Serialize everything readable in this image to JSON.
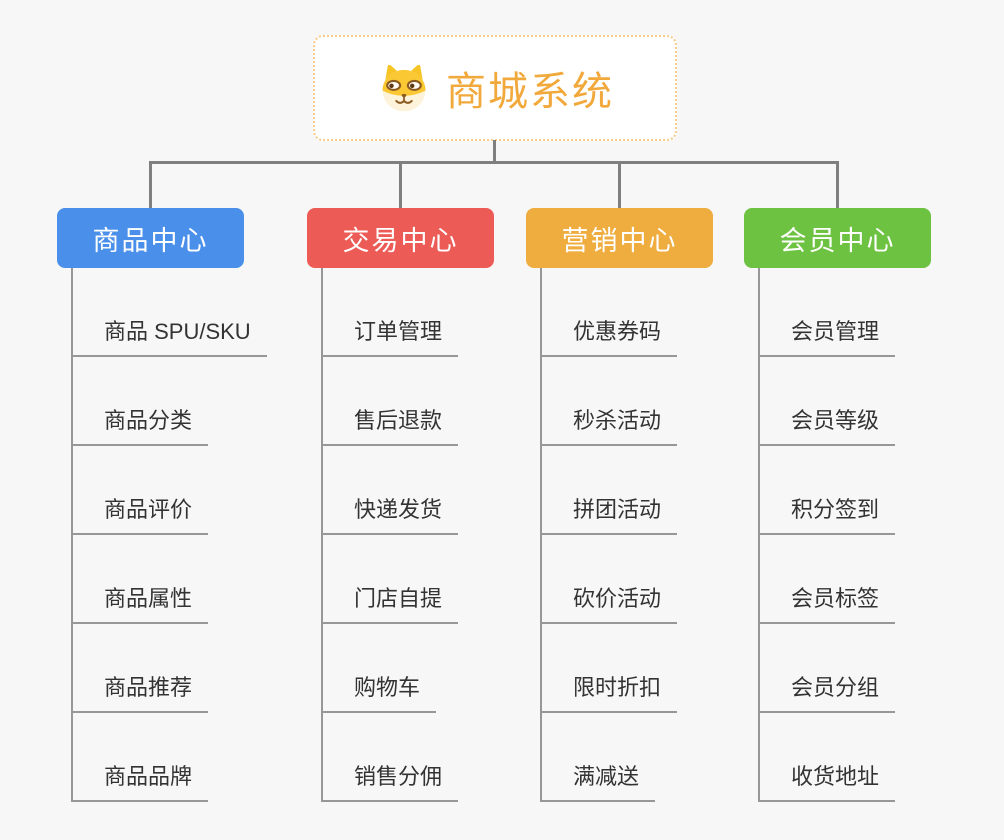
{
  "root": {
    "title": "商城系统",
    "icon": "dog-face-icon",
    "title_color": "#f2a93c",
    "border_color": "#f6cd88"
  },
  "branches": [
    {
      "label": "商品中心",
      "color": "#4a8fea",
      "children": [
        "商品 SPU/SKU",
        "商品分类",
        "商品评价",
        "商品属性",
        "商品推荐",
        "商品品牌"
      ]
    },
    {
      "label": "交易中心",
      "color": "#ec5b56",
      "children": [
        "订单管理",
        "售后退款",
        "快递发货",
        "门店自提",
        "购物车",
        "销售分佣"
      ]
    },
    {
      "label": "营销中心",
      "color": "#efad3f",
      "children": [
        "优惠券码",
        "秒杀活动",
        "拼团活动",
        "砍价活动",
        "限时折扣",
        "满减送"
      ]
    },
    {
      "label": "会员中心",
      "color": "#6dc242",
      "children": [
        "会员管理",
        "会员等级",
        "积分签到",
        "会员标签",
        "会员分组",
        "收货地址"
      ]
    }
  ],
  "connector_color": "#7f7f7f"
}
